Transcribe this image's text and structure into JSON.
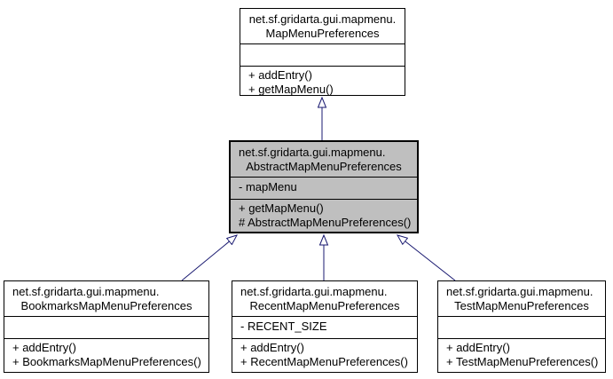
{
  "diagram": {
    "type": "uml-class-inheritance",
    "colors": {
      "background": "#ffffff",
      "box_border": "#000000",
      "box_fill": "#ffffff",
      "highlight_fill": "#bfbfbf",
      "edge": "#191970",
      "text": "#000000"
    },
    "classes": {
      "parent": {
        "name_line1": "net.sf.gridarta.gui.mapmenu.",
        "name_line2": "MapMenuPreferences",
        "fields": [],
        "methods": [
          "+ addEntry()",
          "+ getMapMenu()"
        ],
        "highlighted": false
      },
      "abstract": {
        "name_line1": "net.sf.gridarta.gui.mapmenu.",
        "name_line2": "AbstractMapMenuPreferences",
        "fields": [
          "- mapMenu"
        ],
        "methods": [
          "+ getMapMenu()",
          "# AbstractMapMenuPreferences()"
        ],
        "highlighted": true
      },
      "bookmarks": {
        "name_line1": "net.sf.gridarta.gui.mapmenu.",
        "name_line2": "BookmarksMapMenuPreferences",
        "fields": [],
        "methods": [
          "+ addEntry()",
          "+ BookmarksMapMenuPreferences()"
        ],
        "highlighted": false
      },
      "recent": {
        "name_line1": "net.sf.gridarta.gui.mapmenu.",
        "name_line2": "RecentMapMenuPreferences",
        "fields": [
          "- RECENT_SIZE"
        ],
        "methods": [
          "+ addEntry()",
          "+ RecentMapMenuPreferences()"
        ],
        "highlighted": false
      },
      "test": {
        "name_line1": "net.sf.gridarta.gui.mapmenu.",
        "name_line2": "TestMapMenuPreferences",
        "fields": [],
        "methods": [
          "+ addEntry()",
          "+ TestMapMenuPreferences()"
        ],
        "highlighted": false
      }
    },
    "relations": [
      {
        "from": "AbstractMapMenuPreferences",
        "to": "MapMenuPreferences",
        "type": "inheritance"
      },
      {
        "from": "BookmarksMapMenuPreferences",
        "to": "AbstractMapMenuPreferences",
        "type": "inheritance"
      },
      {
        "from": "RecentMapMenuPreferences",
        "to": "AbstractMapMenuPreferences",
        "type": "inheritance"
      },
      {
        "from": "TestMapMenuPreferences",
        "to": "AbstractMapMenuPreferences",
        "type": "inheritance"
      }
    ]
  }
}
